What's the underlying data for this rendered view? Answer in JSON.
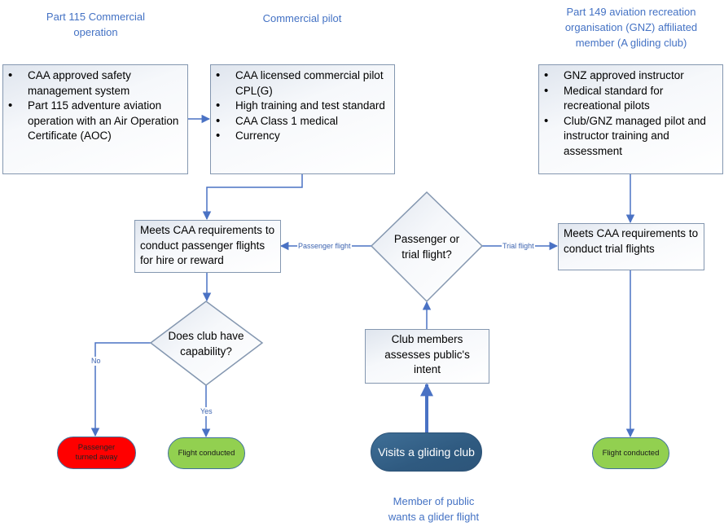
{
  "colors": {
    "title_text": "#4472c4",
    "connector": "#4a72c4",
    "box_border": "#8497b0",
    "turned_away": "#ff0000",
    "flight_conducted": "#92d050",
    "start_node": "#2f5a80"
  },
  "headings": {
    "part115": [
      "Part 115 Commercial",
      "operation"
    ],
    "commercial_pilot": [
      "Commercial pilot"
    ],
    "part149": [
      "Part 149 aviation recreation",
      "organisation (GNZ) affiliated",
      "member (A gliding club)"
    ],
    "member_public": [
      "Member of public",
      "wants a glider flight"
    ]
  },
  "boxes": {
    "part115": {
      "items": [
        "CAA approved safety management system",
        "Part 115 adventure aviation operation with an Air Operation Certificate (AOC)"
      ]
    },
    "commercial_pilot": {
      "items": [
        "CAA licensed commercial pilot CPL(G)",
        "High training and test standard",
        "CAA Class 1 medical",
        "Currency"
      ]
    },
    "gnz": {
      "items": [
        "GNZ approved instructor",
        "Medical standard for recreational pilots",
        "Club/GNZ  managed pilot and instructor training and assessment"
      ]
    },
    "passenger_req": {
      "text": "Meets CAA requirements to conduct passenger flights for hire or reward"
    },
    "trial_req": {
      "text": "Meets CAA requirements to conduct trial flights"
    },
    "club_assess": {
      "text": "Club members assesses public's intent"
    }
  },
  "decisions": {
    "passenger_or_trial": [
      "Passenger or",
      "trial flight?"
    ],
    "club_capability": [
      "Does club have",
      "capability?"
    ]
  },
  "edge_labels": {
    "passenger_flight": "Passenger flight",
    "trial_flight": "Trial flight",
    "no": "No",
    "yes": "Yes"
  },
  "terminals": {
    "turned_away": "Passenger turned away",
    "flight_conducted_left": "Flight conducted",
    "flight_conducted_right": "Flight conducted",
    "visits_club": "Visits a gliding club"
  }
}
